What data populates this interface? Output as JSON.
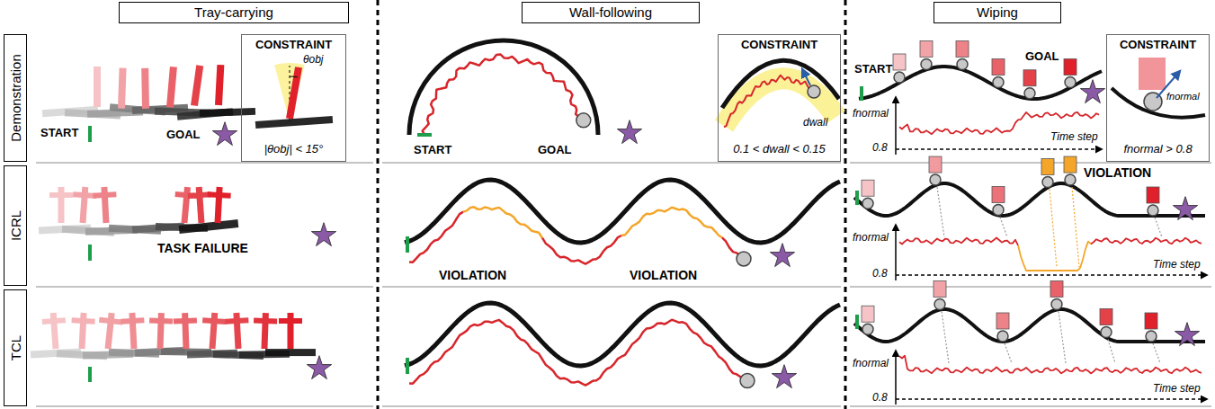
{
  "diagram": {
    "nodes": [
      {
        "text": [
          "Tray-carrying"
        ]
      },
      {
        "text": [
          "Wall-following"
        ]
      },
      {
        "text": [
          "Wiping"
        ]
      },
      {
        "text": [
          "Demonstration"
        ]
      },
      {
        "text": [
          "ICRL"
        ]
      },
      {
        "text": [
          "TCL"
        ]
      },
      {
        "text": [
          "CONSTRAINT",
          "θobj",
          "|θobj| < 15°"
        ]
      },
      {
        "text": [
          "CONSTRAINT",
          "dwall",
          "0.1 < dwall < 0.15"
        ]
      },
      {
        "text": [
          "CONSTRAINT",
          "fnormal",
          "fnormal > 0.8"
        ]
      }
    ],
    "labels": [
      "START",
      "GOAL",
      "TASK FAILURE",
      "START",
      "GOAL",
      "VIOLATION",
      "VIOLATION",
      "START",
      "GOAL",
      "fnormal",
      "0.8",
      "Time step",
      "VIOLATION",
      "fnormal",
      "0.8",
      "Time step",
      "fnormal",
      "0.8",
      "Time step"
    ]
  }
}
